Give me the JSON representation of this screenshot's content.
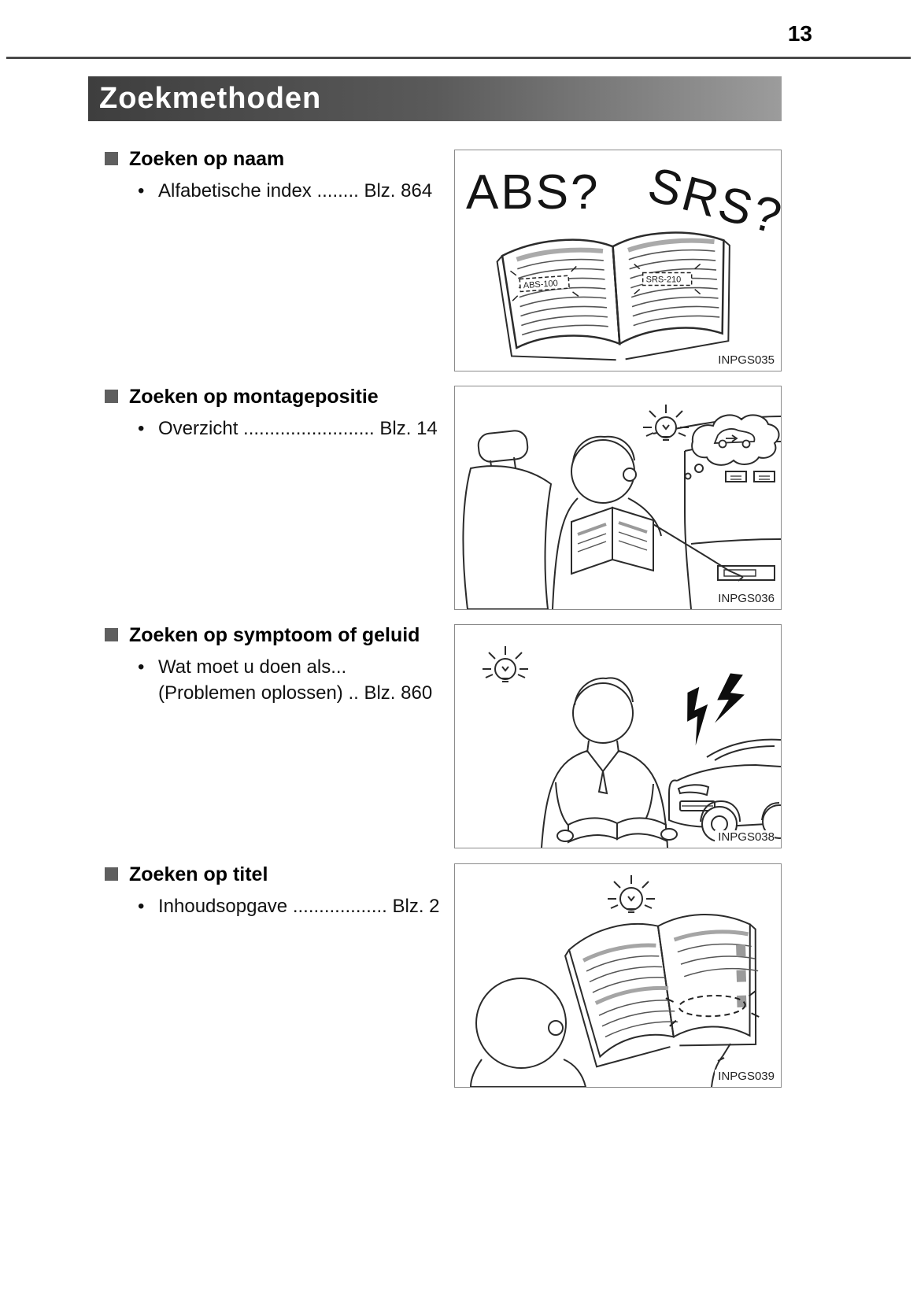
{
  "page": {
    "number": "13"
  },
  "banner": {
    "title": "Zoekmethoden"
  },
  "glyphs": {
    "bullet": "•"
  },
  "sections": [
    {
      "heading": "Zoeken op naam",
      "items": [
        {
          "lines": [
            "Alfabetische index ........ Blz. 864"
          ]
        }
      ],
      "figure_code": "INPGS035"
    },
    {
      "heading": "Zoeken op montagepositie",
      "items": [
        {
          "lines": [
            "Overzicht ......................... Blz. 14"
          ]
        }
      ],
      "figure_code": "INPGS036"
    },
    {
      "heading": "Zoeken op symptoom of geluid",
      "items": [
        {
          "lines": [
            "Wat moet u doen als...",
            "(Problemen oplossen) .. Blz. 860"
          ]
        }
      ],
      "figure_code": "INPGS038"
    },
    {
      "heading": "Zoeken op titel",
      "items": [
        {
          "lines": [
            "Inhoudsopgave .................. Blz. 2"
          ]
        }
      ],
      "figure_code": "INPGS039"
    }
  ],
  "figures": {
    "fig1": {
      "abs_query": "ABS?",
      "srs_query": "SRS?",
      "abs_tab": "ABS-100",
      "srs_tab": "SRS-210"
    }
  }
}
